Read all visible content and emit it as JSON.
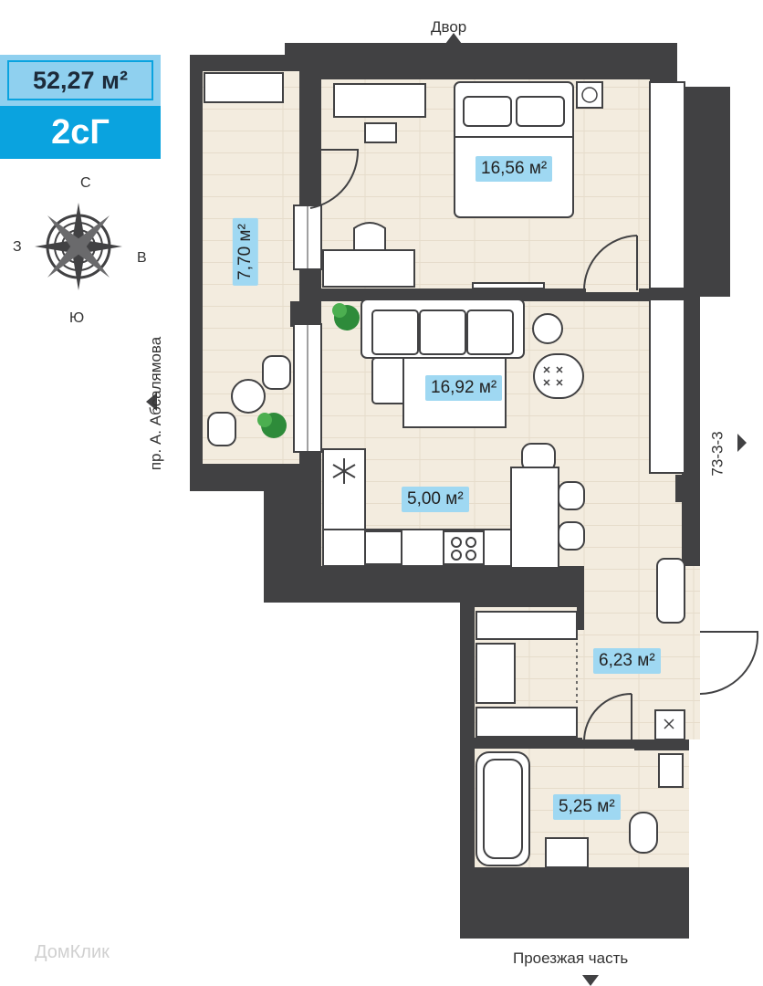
{
  "badge": {
    "area": "52,27 м²",
    "type": "2сГ"
  },
  "compass": {
    "north": "С",
    "south": "Ю",
    "west": "З",
    "east": "В"
  },
  "orientation": {
    "top": "Двор",
    "bottom": "Проезжая часть",
    "left": "пр. А. Абсалямова",
    "right": "73-3-3"
  },
  "rooms": [
    {
      "id": "bedroom",
      "area": "16,56 м²"
    },
    {
      "id": "balcony",
      "area": "7,70 м²"
    },
    {
      "id": "living",
      "area": "16,92 м²"
    },
    {
      "id": "kitchen",
      "area": "5,00 м²"
    },
    {
      "id": "hall",
      "area": "6,23 м²"
    },
    {
      "id": "bathroom",
      "area": "5,25 м²"
    }
  ],
  "watermark": "ДомКлик",
  "colors": {
    "wall": "#414143",
    "floor": "#f2ebdf",
    "label_bg": "#9fd8f2",
    "badge_dark": "#0aa3df",
    "badge_light": "#8fd0ef"
  }
}
